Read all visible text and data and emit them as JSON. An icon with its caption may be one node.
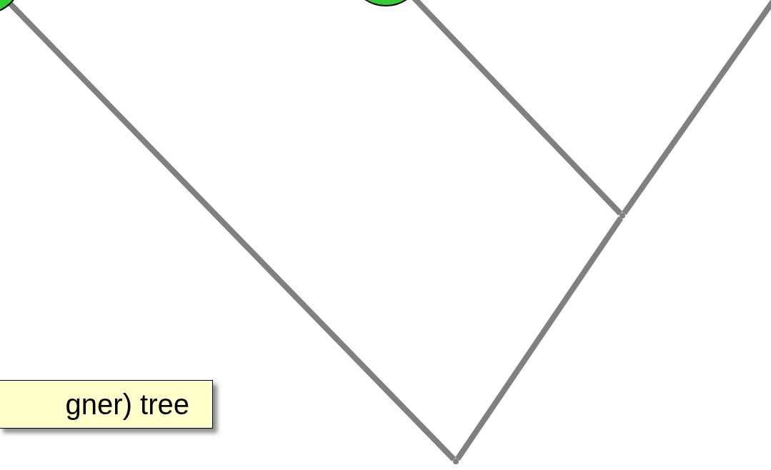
{
  "diagram": {
    "nodes": [
      {
        "text": [],
        "shape": "circle"
      },
      {
        "text": [],
        "shape": "circle"
      },
      {
        "text": [
          "gner) tree"
        ]
      },
      {
        "text": [],
        "shape": "point"
      },
      {
        "text": [],
        "shape": "point"
      }
    ],
    "edges": [
      {
        "from": 0,
        "to": 4,
        "arrow": "none"
      },
      {
        "from": 1,
        "to": 3,
        "arrow": "none"
      },
      {
        "from": 3,
        "to": 4,
        "arrow": "none"
      },
      {
        "from": null,
        "to": 3,
        "arrow": "none"
      }
    ]
  }
}
